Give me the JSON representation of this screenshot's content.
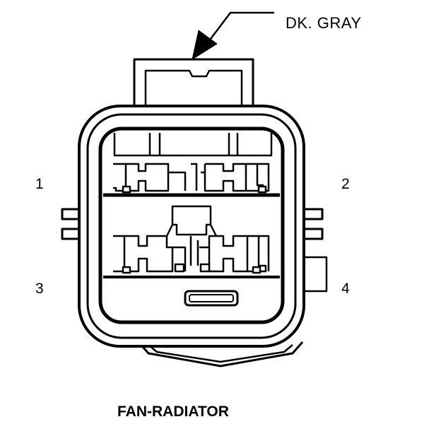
{
  "callout": {
    "label": "DK. GRAY"
  },
  "pins": {
    "p1": "1",
    "p2": "2",
    "p3": "3",
    "p4": "4"
  },
  "caption": "FAN-RADIATOR",
  "colors": {
    "line": "#000000",
    "background": "#ffffff"
  }
}
